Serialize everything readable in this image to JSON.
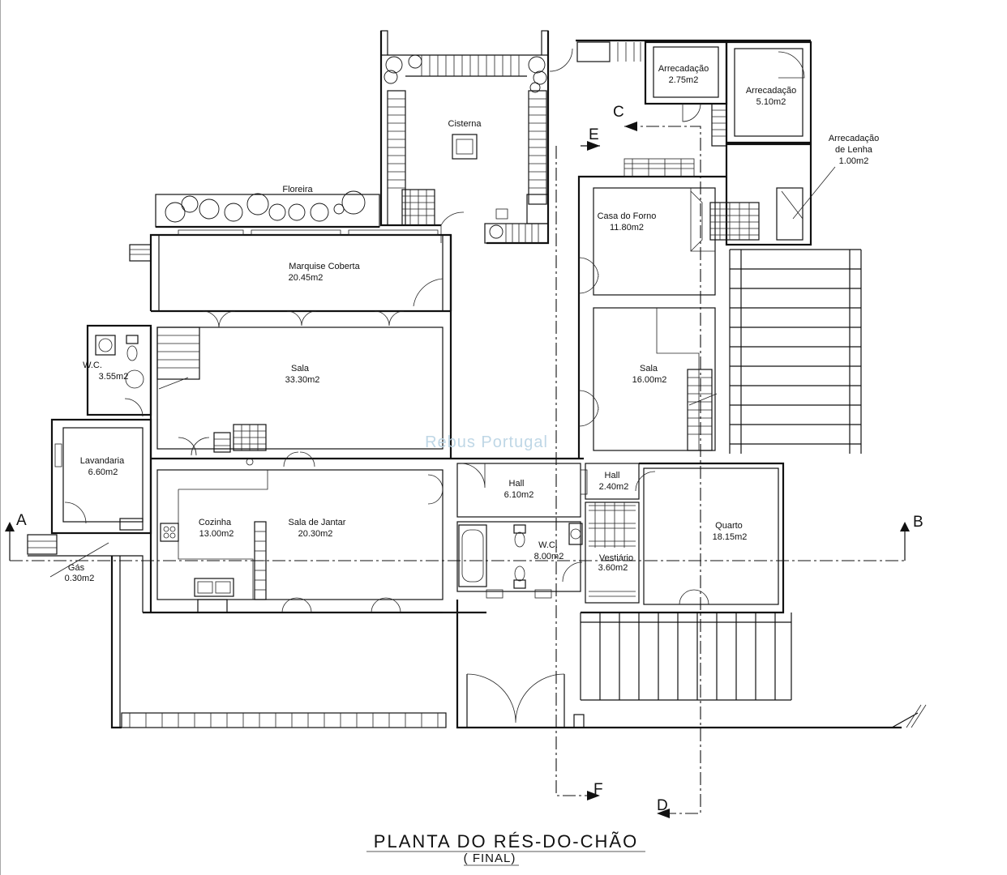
{
  "rooms": {
    "floreira": "Floreira",
    "cisterna": "Cisterna",
    "arrecadacao1_name": "Arrecadação",
    "arrecadacao1_area": "2.75m2",
    "arrecadacao2_name": "Arrecadação",
    "arrecadacao2_area": "5.10m2",
    "lenha_name1": "Arrecadação",
    "lenha_name2": "de Lenha",
    "lenha_area": "1.00m2",
    "forno_name": "Casa do Forno",
    "forno_area": "11.80m2",
    "marquise_name": "Marquise Coberta",
    "marquise_area": "20.45m2",
    "wc1_name": "W.C.",
    "wc1_area": "3.55m2",
    "sala1_name": "Sala",
    "sala1_area": "33.30m2",
    "sala2_name": "Sala",
    "sala2_area": "16.00m2",
    "lavandaria_name": "Lavandaria",
    "lavandaria_area": "6.60m2",
    "hall1_name": "Hall",
    "hall1_area": "6.10m2",
    "hall2_name": "Hall",
    "hall2_area": "2.40m2",
    "cozinha_name": "Cozinha",
    "cozinha_area": "13.00m2",
    "jantar_name": "Sala de Jantar",
    "jantar_area": "20.30m2",
    "wc2_name": "W.C.",
    "wc2_area": "8.00m2",
    "quarto_name": "Quarto",
    "quarto_area": "18.15m2",
    "vestiario_name": "Vestiário",
    "vestiario_area": "3.60m2",
    "gas_name": "Gás",
    "gas_area": "0.30m2"
  },
  "sections": {
    "a": "A",
    "b": "B",
    "c": "C",
    "d": "D",
    "e": "E",
    "f": "F"
  },
  "title": {
    "main": "PLANTA DO RÉS-DO-CHÃO",
    "sub": "( FINAL)"
  },
  "watermark": "Rebus Portugal"
}
